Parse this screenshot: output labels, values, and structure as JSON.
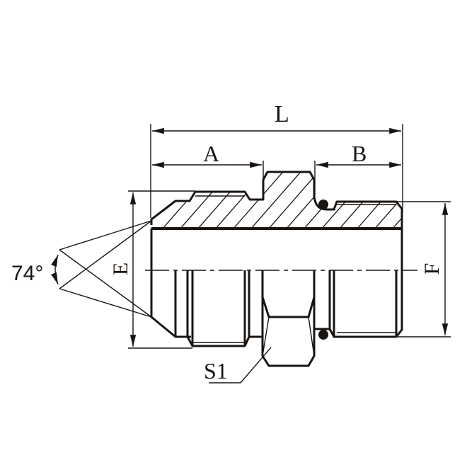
{
  "drawing": {
    "type": "technical-section-drawing",
    "subject": "hydraulic adapter fitting (male 74° cone x male O-ring boss)",
    "line_color": "#1a1410",
    "background": "#ffffff"
  },
  "dimensions": {
    "overall_length": "L",
    "left_thread_length": "A",
    "right_thread_length": "B",
    "left_diameter": "E",
    "right_diameter": "F",
    "hex_size": "S1",
    "cone_angle": "74°"
  }
}
